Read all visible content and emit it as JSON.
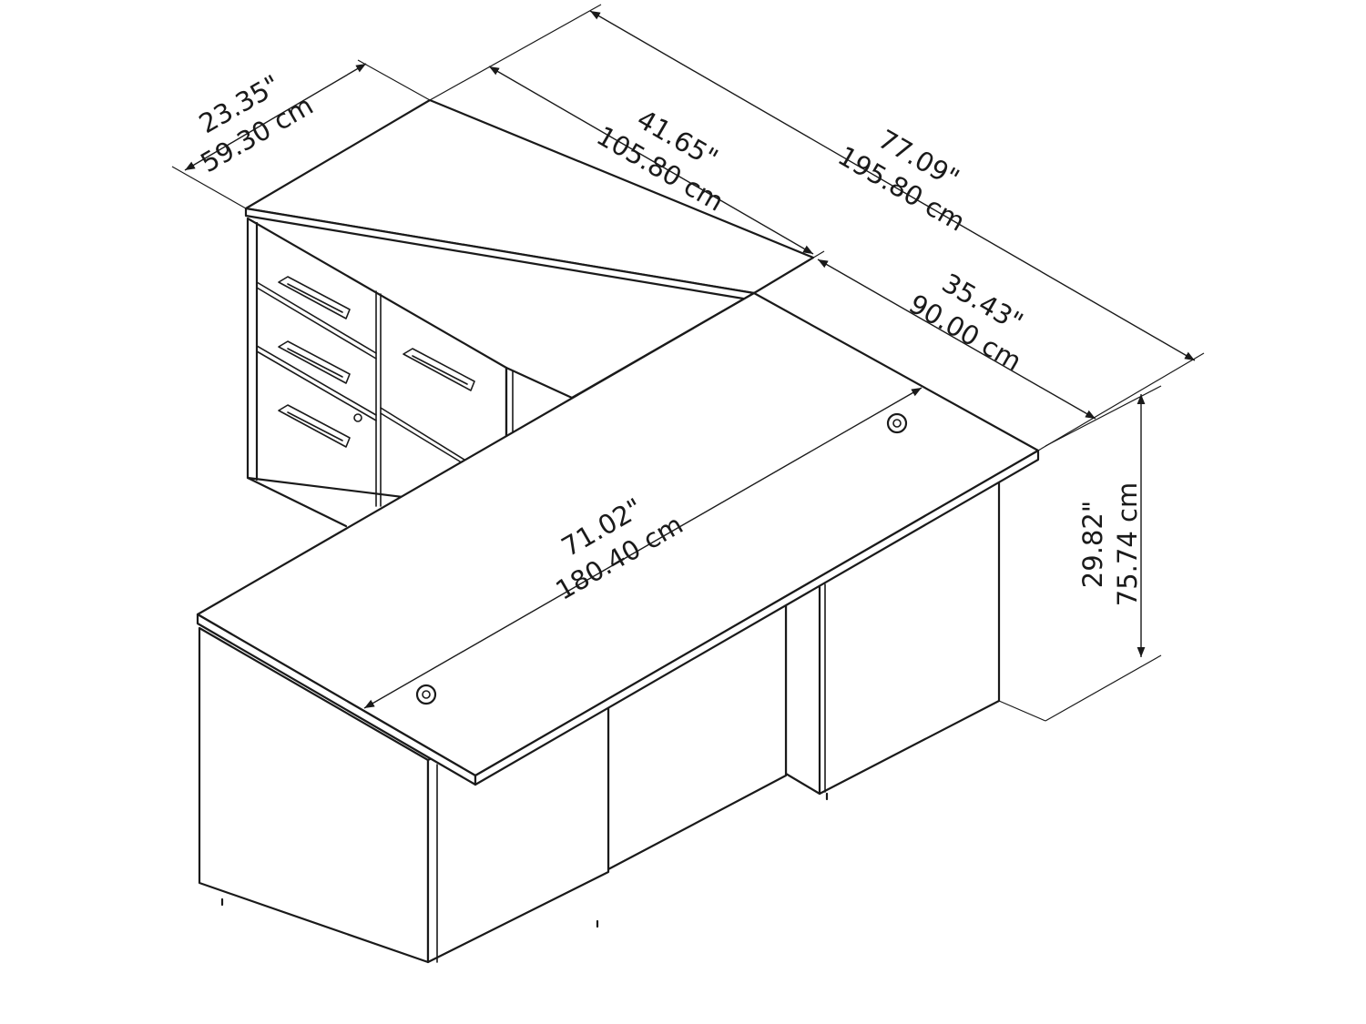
{
  "dimensions": {
    "depth": {
      "imperial": "23.35\"",
      "metric": "59.30 cm"
    },
    "return_length": {
      "imperial": "41.65\"",
      "metric": "105.80 cm"
    },
    "overall_length": {
      "imperial": "77.09\"",
      "metric": "195.80 cm"
    },
    "desk_depth": {
      "imperial": "35.43\"",
      "metric": "90.00 cm"
    },
    "desk_width": {
      "imperial": "71.02\"",
      "metric": "180.40 cm"
    },
    "height": {
      "imperial": "29.82\"",
      "metric": "75.74 cm"
    }
  }
}
